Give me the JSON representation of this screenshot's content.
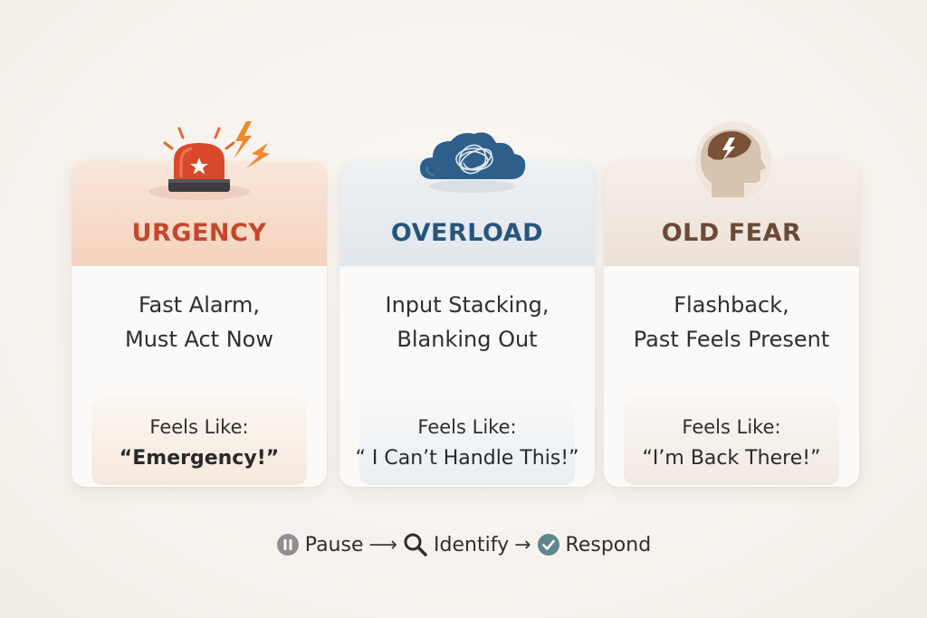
{
  "cards": [
    {
      "id": "urgency",
      "title": "URGENCY",
      "desc_line1": "Fast Alarm,",
      "desc_line2": "Must Act Now",
      "feels_label": "Feels Like:",
      "quote": "“Emergency!”",
      "icon": "alarm-siren-icon",
      "accent": "#c4472b"
    },
    {
      "id": "overload",
      "title": "OVERLOAD",
      "desc_line1": "Input Stacking,",
      "desc_line2": "Blanking Out",
      "feels_label": "Feels Like:",
      "quote": "“ I Can’t Handle This!”",
      "icon": "tangled-cloud-icon",
      "accent": "#27557c"
    },
    {
      "id": "old-fear",
      "title": "OLD FEAR",
      "desc_line1": "Flashback,",
      "desc_line2": "Past Feels Present",
      "feels_label": "Feels Like:",
      "quote": "“I’m Back There!”",
      "icon": "head-lightning-icon",
      "accent": "#6b4a36"
    }
  ],
  "flow": {
    "step1": "Pause",
    "step2": "Identify",
    "step3": "Respond",
    "step1_icon": "pause-icon",
    "step2_icon": "magnifier-icon",
    "step3_icon": "check-circle-icon"
  }
}
